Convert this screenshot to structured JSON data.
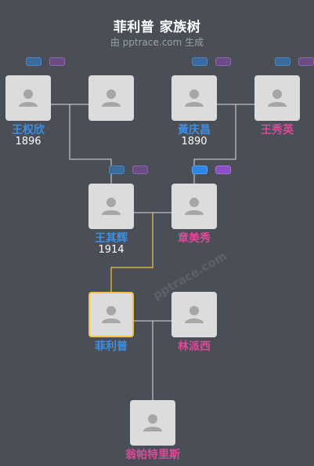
{
  "header": {
    "title": "菲利普 家族树",
    "subtitle": "由 pptrace.com 生成"
  },
  "watermark": "pptrace.com",
  "colors": {
    "background": "#4a4f57",
    "male": "#3d8fe6",
    "female": "#e0489a",
    "selected_border": "#f3c33d",
    "line": "#d9dce0",
    "line_highlight": "#f3c33d"
  },
  "people": {
    "wang_quanxin": {
      "name": "王权欣",
      "year": "1896",
      "gender": "male"
    },
    "unknown_wife": {
      "name": "",
      "year": "",
      "gender": "unknown"
    },
    "huang_qingchang": {
      "name": "黃庆昌",
      "year": "1890",
      "gender": "male"
    },
    "wang_xiuying": {
      "name": "王秀英",
      "year": "",
      "gender": "female"
    },
    "wang_qihui": {
      "name": "王其辉",
      "year": "1914",
      "gender": "male"
    },
    "zhang_meixiu": {
      "name": "章美秀",
      "year": "",
      "gender": "female"
    },
    "philip": {
      "name": "菲利普",
      "year": "",
      "gender": "male",
      "selected": true
    },
    "lin_paixi": {
      "name": "林派西",
      "year": "",
      "gender": "female"
    },
    "child": {
      "name": "翁帕特里斯",
      "year": "",
      "gender": "female"
    }
  },
  "icons": {
    "avatar": "person-silhouette-icon",
    "parents_tag": "parents-tag-icon"
  }
}
